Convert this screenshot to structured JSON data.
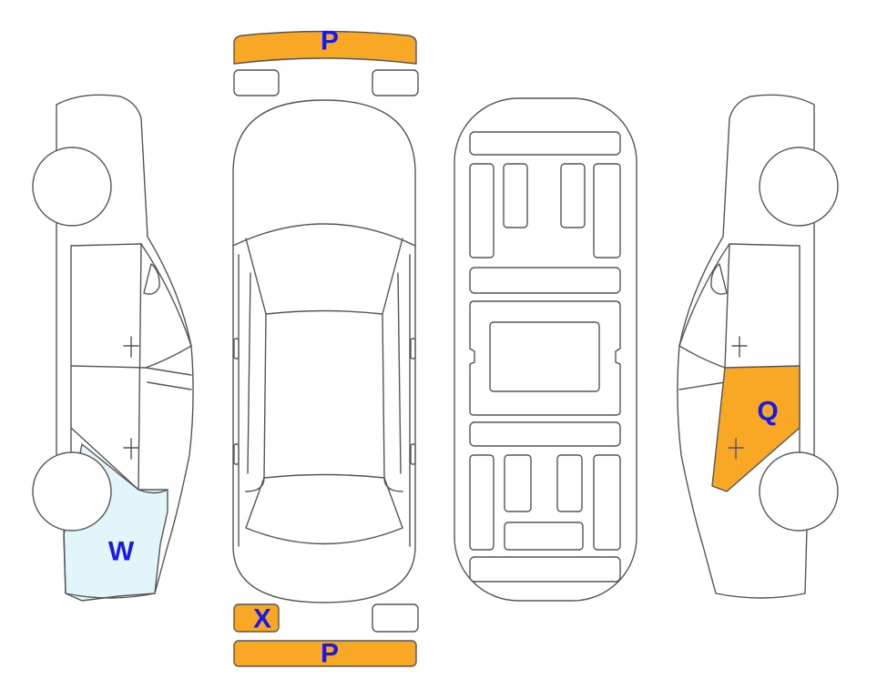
{
  "colors": {
    "marked_fill": "#F9A825",
    "light_fill": "#E1F5FB",
    "outline": "#555555",
    "label": "#1A1AE6"
  },
  "labels": {
    "front_bumper": "P",
    "rear_bumper": "P",
    "rear_left_light": "X",
    "left_rear_quarter": "W",
    "right_rear_door": "Q"
  }
}
